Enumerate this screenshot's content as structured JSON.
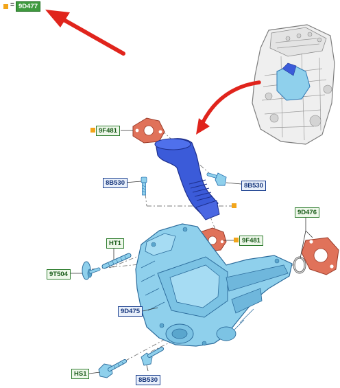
{
  "legend": {
    "symbol_equals": "=",
    "part_code": "9D477"
  },
  "callouts": {
    "gasket_upper": "9F481",
    "gasket_lower": "9F481",
    "bolt_upper_left": "8B530",
    "bolt_upper_right": "8B530",
    "bolt_lower": "8B530",
    "gasket_set": "9D476",
    "stud": "HT1",
    "washer_bolt": "9T504",
    "egr_valve": "9D475",
    "bolt_bottom": "HS1"
  },
  "colors": {
    "part_fill": "#8fd0ec",
    "part_dark": "#5aa6cd",
    "tube_blue": "#3b5bd9",
    "gasket": "#e0725a",
    "arrow_red": "#e0241c",
    "marker_orange": "#f2a51a",
    "callout_green": "#3e9a3e",
    "callout_blue_border": "#1a3f8f"
  }
}
